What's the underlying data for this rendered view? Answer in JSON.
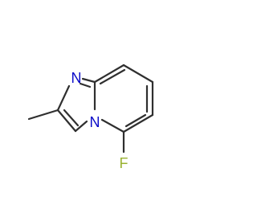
{
  "molecule": {
    "atoms": {
      "n_imine": {
        "symbol": "N",
        "color": "#0a0ac8"
      },
      "n_bridge": {
        "symbol": "N",
        "color": "#0a0ac8"
      },
      "fluorine": {
        "symbol": "F",
        "color": "#9ab232"
      }
    },
    "bond_color": "#2f2f2f",
    "background": "#ffffff"
  }
}
